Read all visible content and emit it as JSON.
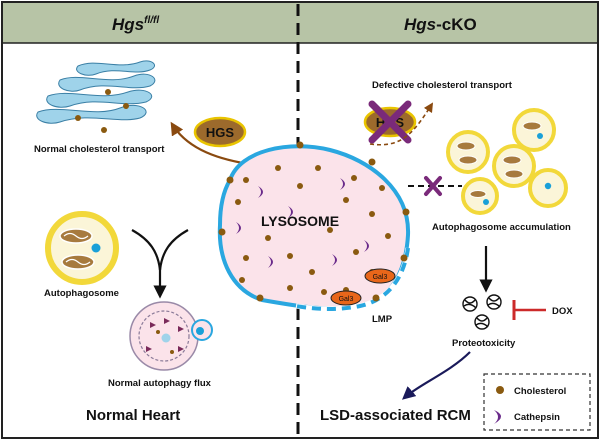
{
  "header": {
    "left_gene": "Hgs",
    "left_superscript": "fl/fl",
    "right_gene": "Hgs",
    "right_suffix": "-cKO"
  },
  "left_panel": {
    "hgs_label": "HGS",
    "cholesterol_transport_label": "Normal cholesterol transport",
    "autophagosome_label": "Autophagosome",
    "autophagy_flux_label": "Normal autophagy flux",
    "footer_label": "Normal Heart"
  },
  "center": {
    "lysosome_label": "LYSOSOME",
    "gal3_label_1": "Gal3",
    "gal3_label_2": "Gal3",
    "lmp_label": "LMP"
  },
  "right_panel": {
    "hgs_label": "HGS",
    "defective_transport_label": "Defective cholesterol transport",
    "accumulation_label": "Autophagosome accumulation",
    "dox_label": "DOX",
    "proteotoxicity_label": "Proteotoxicity",
    "footer_label": "LSD-associated RCM"
  },
  "legend": {
    "cholesterol_label": "Cholesterol",
    "cathepsin_label": "Cathepsin"
  },
  "colors": {
    "header_bg": "#b7c4a6",
    "panel_border": "#222222",
    "lysosome_fill": "#fbe3ea",
    "lysosome_border": "#2aa7e0",
    "cholesterol": "#8a5a10",
    "cathepsin": "#6a2a8a",
    "golgi": "#9fd3ea",
    "hgs_fill": "#9c6a2c",
    "hgs_border": "#e9c400",
    "autophagosome_ring": "#f2d83a",
    "gal3_fill": "#e8661a",
    "cross": "#7a2a7a",
    "dox_inhibitor": "#cc2a2a",
    "arrow_brown": "#8a4a10",
    "arrow_navy": "#1a1a5a"
  }
}
